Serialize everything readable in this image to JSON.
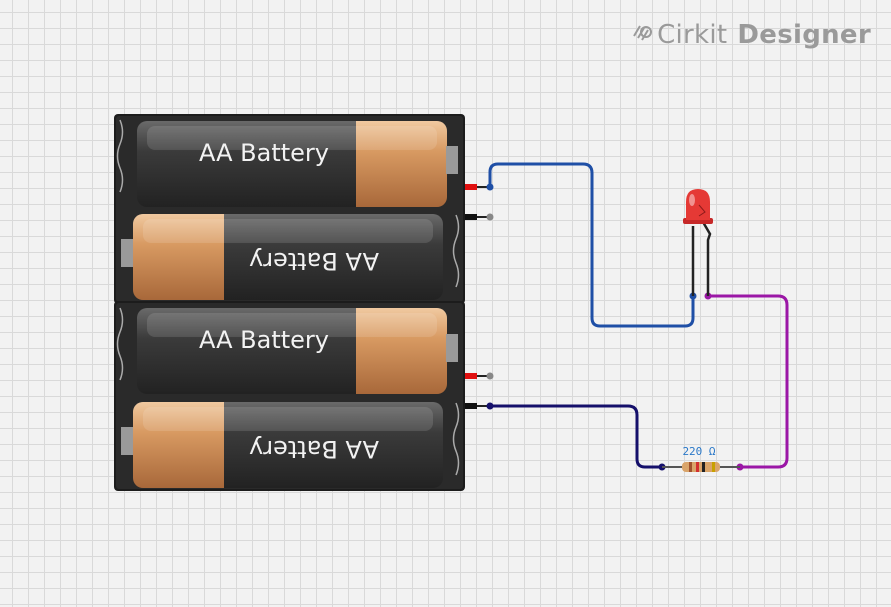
{
  "branding": {
    "logo_light": "Cirkit",
    "logo_bold": "Designer",
    "logo_icon": "cirkit-logo-icon"
  },
  "components": {
    "batteries": [
      {
        "label": "AA Battery"
      },
      {
        "label": "AA Battery"
      },
      {
        "label": "AA Battery"
      },
      {
        "label": "AA Battery"
      }
    ],
    "resistor": {
      "label": "220 Ω"
    },
    "led": {
      "color": "#e53935"
    }
  },
  "wire_colors": {
    "blue": "#1f4fa6",
    "navy": "#15106b",
    "magenta": "#9b17a6"
  }
}
